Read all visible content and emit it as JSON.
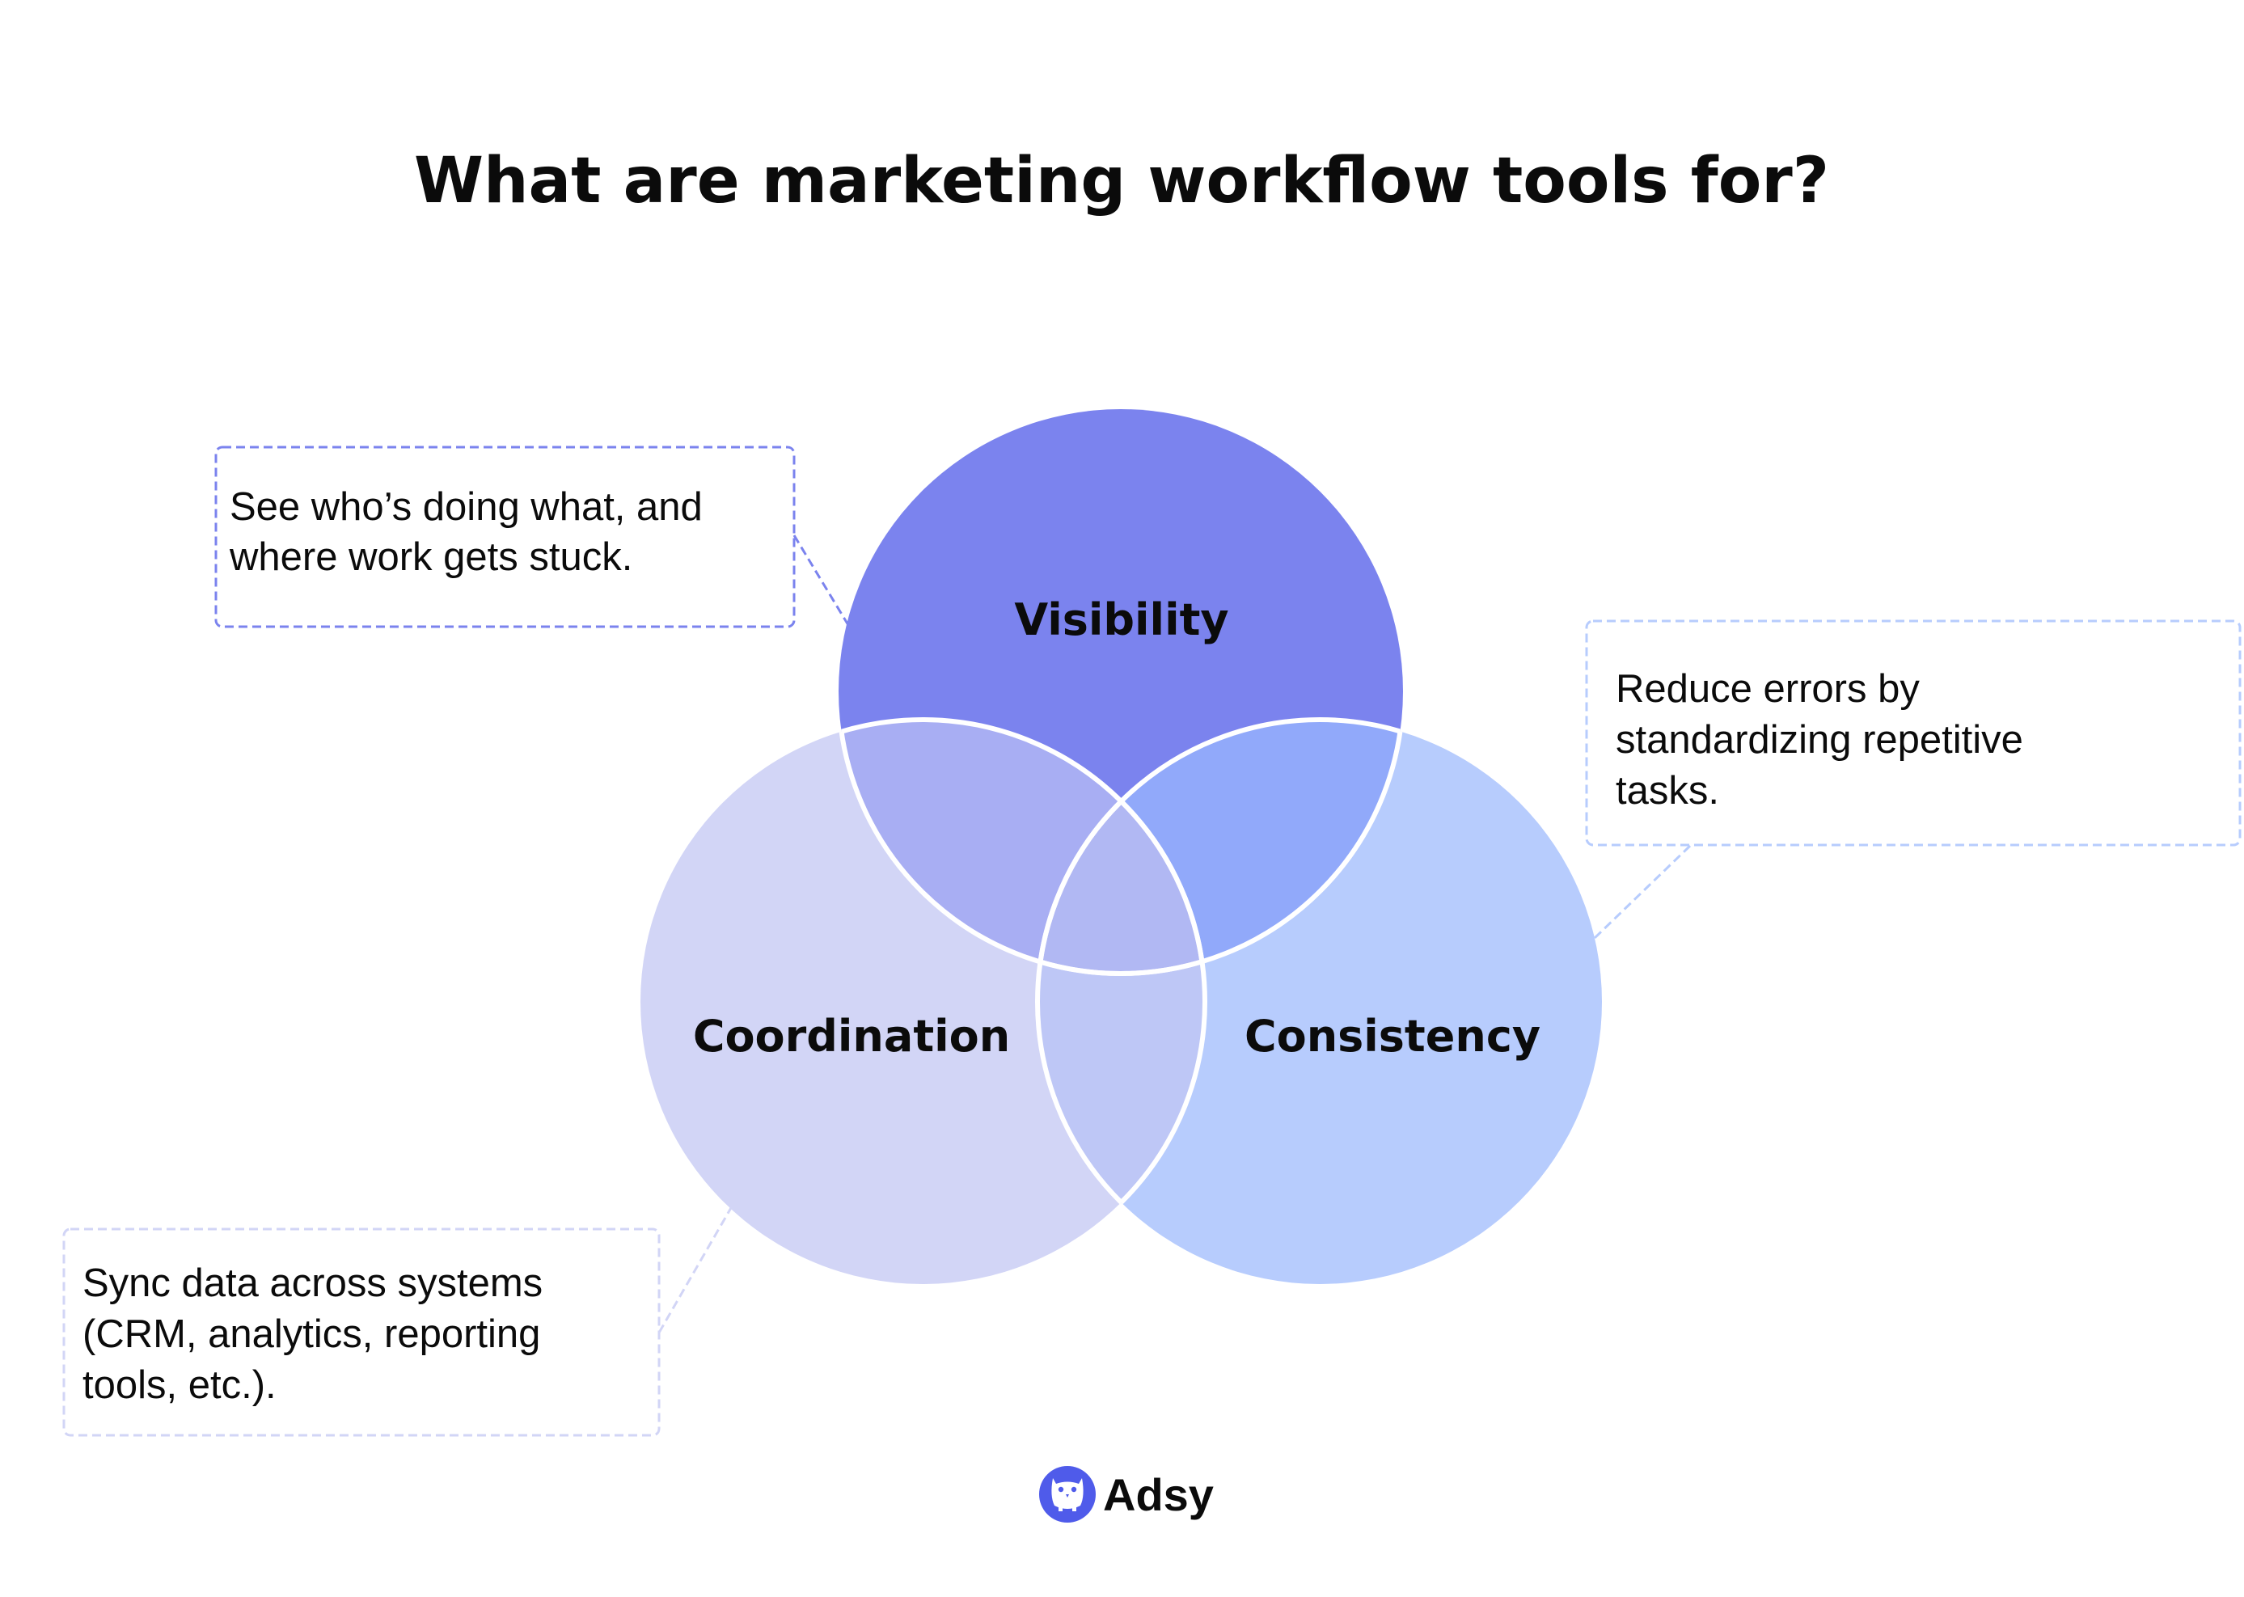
{
  "title": "What are marketing workflow tools for?",
  "diagram": {
    "type": "venn-3",
    "circles": [
      {
        "id": "visibility",
        "label": "Visibility",
        "color": "#7B83EE"
      },
      {
        "id": "coordination",
        "label": "Coordination",
        "color": "#D2D5F6"
      },
      {
        "id": "consistency",
        "label": "Consistency",
        "color": "#B7CCFD"
      }
    ],
    "overlaps": {
      "visibility_coordination": "#A8AEF3",
      "visibility_consistency": "#91A9FA",
      "coordination_consistency": "#BEC7F6",
      "all_three": "#B1B8F3"
    },
    "stroke_color": "#FFFFFF"
  },
  "notes": {
    "visibility": {
      "lines": [
        "See who’s doing what, and",
        "where work gets stuck."
      ],
      "border_color": "#7B83EE"
    },
    "consistency": {
      "lines": [
        "Reduce errors by",
        "standardizing repetitive",
        "tasks."
      ],
      "border_color": "#B7CCFD"
    },
    "coordination": {
      "lines": [
        "Sync data across systems",
        "(CRM, analytics, reporting",
        "tools, etc.)."
      ],
      "border_color": "#D2D5F6"
    }
  },
  "brand": {
    "name": "Adsy",
    "icon": "owl-icon",
    "color": "#4F5BEA"
  }
}
